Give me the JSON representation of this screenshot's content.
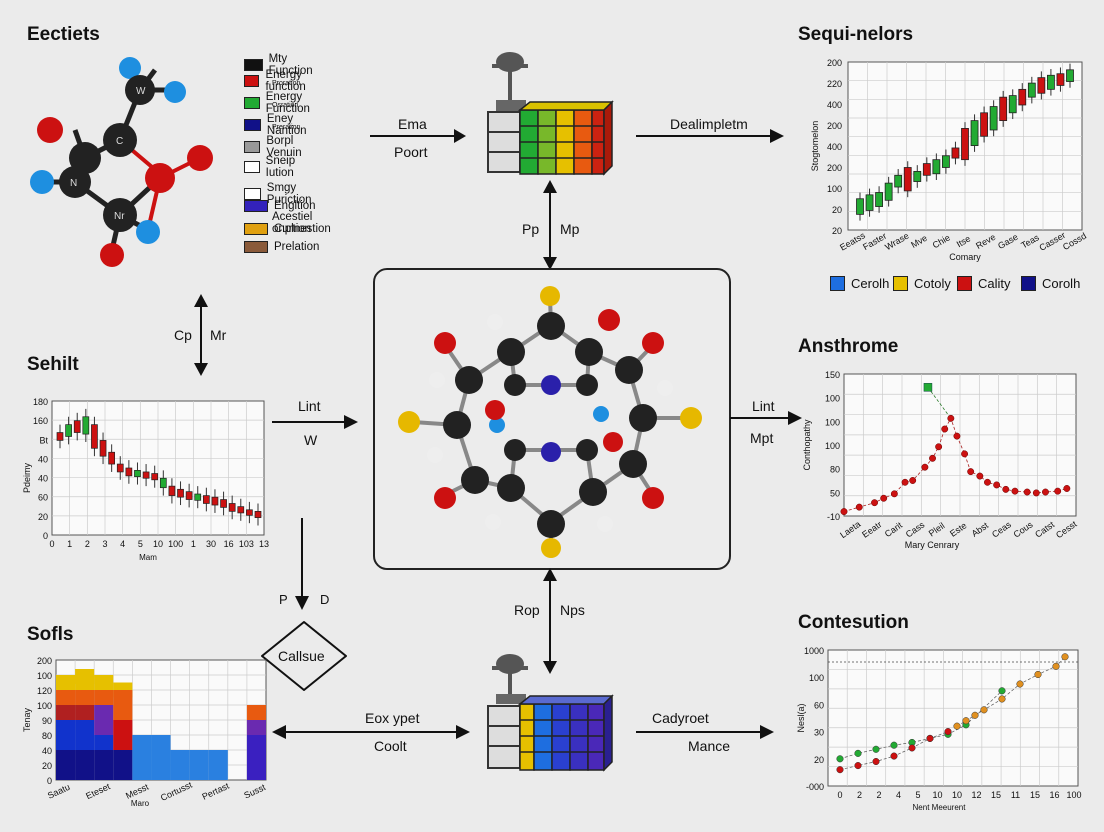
{
  "titles": {
    "top_left": "Eectiets",
    "top_right": "Sequi-nelors",
    "mid_left": "Sehilt",
    "mid_right": "Ansthrome",
    "bottom_left": "Sofls",
    "bottom_right": "Contesution"
  },
  "legend": [
    {
      "label": "Mty Function",
      "color": "#111111"
    },
    {
      "label": "Energy function",
      "color": "#cc1111"
    },
    {
      "label": "Energy Function",
      "color": "#22aa33"
    },
    {
      "label": "Eney Nantion",
      "color": "#111188"
    },
    {
      "label": "Borpl Venuin",
      "color": "#999999"
    },
    {
      "label": "Sneip Iution",
      "color": "#ffffff"
    },
    {
      "label": "Smgy Puriction",
      "color": "#ffffff"
    },
    {
      "label": "Engltion",
      "color": "#3322bb"
    },
    {
      "label": "Curtion",
      "color": "#e0a010"
    },
    {
      "label": "Prelation",
      "color": "#8a5a3a"
    }
  ],
  "legend_extra": [
    "Proration",
    "Osration",
    "Preration",
    "Acestiel onplnestion"
  ],
  "arrows": {
    "top_a": "Ema",
    "top_b": "Poort",
    "top_right": "Dealimpletm",
    "vert_top_a": "Pp",
    "vert_top_b": "Mp",
    "left_vert_a": "Cp",
    "left_vert_b": "Mr",
    "mid_left_a": "Lint",
    "mid_left_b": "W",
    "mid_right_a": "Lint",
    "mid_right_b": "Mpt",
    "vert_bottom_a": "Rop",
    "vert_bottom_b": "Nps",
    "down_a": "P",
    "down_b": "D",
    "diamond": "Callsue",
    "bottom_left_a": "Eox ypet",
    "bottom_left_b": "Coolt",
    "bottom_right_a": "Cadyroet",
    "bottom_right_b": "Mance"
  },
  "colors": {
    "red": "#cc1111",
    "green": "#22aa33",
    "yellow": "#e6c000",
    "blue": "#1133cc",
    "navy": "#111188",
    "orange": "#e85a10"
  },
  "chart_data": [
    {
      "id": "top_right",
      "type": "candlestick",
      "ylabel": "Stogtomelon",
      "xlabel": "Comary",
      "yticks": [
        "200",
        "220",
        "400",
        "200",
        "400",
        "200",
        "100",
        "20",
        "20"
      ],
      "xticks": [
        "Eeatss",
        "Faster",
        "Wrase",
        "Mve",
        "Chie",
        "Itse",
        "Reve",
        "Gase",
        "Teas",
        "Casser",
        "Cossd"
      ],
      "candles": [
        {
          "o": 20,
          "c": 40,
          "up": true
        },
        {
          "o": 25,
          "c": 45,
          "up": true
        },
        {
          "o": 30,
          "c": 48,
          "up": true
        },
        {
          "o": 38,
          "c": 60,
          "up": true
        },
        {
          "o": 55,
          "c": 70,
          "up": true
        },
        {
          "o": 50,
          "c": 80,
          "up": false
        },
        {
          "o": 62,
          "c": 75,
          "up": true
        },
        {
          "o": 70,
          "c": 85,
          "up": false
        },
        {
          "o": 72,
          "c": 90,
          "up": true
        },
        {
          "o": 80,
          "c": 95,
          "up": true
        },
        {
          "o": 92,
          "c": 105,
          "up": false
        },
        {
          "o": 90,
          "c": 130,
          "up": false
        },
        {
          "o": 108,
          "c": 140,
          "up": true
        },
        {
          "o": 120,
          "c": 150,
          "up": false
        },
        {
          "o": 128,
          "c": 158,
          "up": true
        },
        {
          "o": 140,
          "c": 170,
          "up": false
        },
        {
          "o": 150,
          "c": 172,
          "up": true
        },
        {
          "o": 160,
          "c": 180,
          "up": false
        },
        {
          "o": 170,
          "c": 188,
          "up": true
        },
        {
          "o": 175,
          "c": 195,
          "up": false
        },
        {
          "o": 180,
          "c": 198,
          "up": true
        },
        {
          "o": 185,
          "c": 200,
          "up": false
        },
        {
          "o": 190,
          "c": 205,
          "up": true
        }
      ],
      "legend": [
        {
          "label": "Cerolh",
          "color": "#1e6ee0"
        },
        {
          "label": "Cotoly",
          "color": "#e6c000"
        },
        {
          "label": "Cality",
          "color": "#cc1111"
        },
        {
          "label": "Corolh",
          "color": "#111188"
        }
      ]
    },
    {
      "id": "mid_left",
      "type": "candlestick",
      "ylabel": "Pdeimy",
      "xlabel": "Mam",
      "yticks": [
        "180",
        "160",
        "Bt",
        "40",
        "40",
        "60",
        "20",
        "0"
      ],
      "xticks": [
        "0",
        "1",
        "2",
        "3",
        "4",
        "5",
        "10",
        "100",
        "1",
        "30",
        "16",
        "103",
        "13"
      ],
      "candles": [
        {
          "o": 120,
          "c": 130,
          "up": false
        },
        {
          "o": 125,
          "c": 140,
          "up": true
        },
        {
          "o": 130,
          "c": 145,
          "up": false
        },
        {
          "o": 128,
          "c": 150,
          "up": true
        },
        {
          "o": 110,
          "c": 140,
          "up": false
        },
        {
          "o": 100,
          "c": 120,
          "up": false
        },
        {
          "o": 90,
          "c": 105,
          "up": false
        },
        {
          "o": 80,
          "c": 90,
          "up": false
        },
        {
          "o": 75,
          "c": 85,
          "up": false
        },
        {
          "o": 74,
          "c": 82,
          "up": true
        },
        {
          "o": 72,
          "c": 80,
          "up": false
        },
        {
          "o": 70,
          "c": 78,
          "up": false
        },
        {
          "o": 60,
          "c": 72,
          "up": true
        },
        {
          "o": 50,
          "c": 62,
          "up": false
        },
        {
          "o": 48,
          "c": 58,
          "up": false
        },
        {
          "o": 45,
          "c": 55,
          "up": false
        },
        {
          "o": 44,
          "c": 52,
          "up": true
        },
        {
          "o": 40,
          "c": 50,
          "up": false
        },
        {
          "o": 38,
          "c": 48,
          "up": false
        },
        {
          "o": 35,
          "c": 45,
          "up": false
        },
        {
          "o": 30,
          "c": 40,
          "up": false
        },
        {
          "o": 28,
          "c": 36,
          "up": false
        },
        {
          "o": 25,
          "c": 32,
          "up": false
        },
        {
          "o": 22,
          "c": 30,
          "up": false
        }
      ]
    },
    {
      "id": "mid_right",
      "type": "scatter",
      "ylabel": "Conthopathy",
      "xlabel": "Mary Cenrary",
      "yticks": [
        "150",
        "100",
        "100",
        "100",
        "80",
        "50",
        "-10"
      ],
      "xticks": [
        "Laeta",
        "Eeatr",
        "Carit",
        "Cass",
        "Pleil",
        "Este",
        "Abst",
        "Ceas",
        "Cous",
        "Catst",
        "Cesst"
      ],
      "points": [
        {
          "x": 0,
          "y": -5
        },
        {
          "x": 1,
          "y": 0
        },
        {
          "x": 2,
          "y": 5
        },
        {
          "x": 2.6,
          "y": 10
        },
        {
          "x": 3.3,
          "y": 15
        },
        {
          "x": 4,
          "y": 28
        },
        {
          "x": 4.5,
          "y": 30
        },
        {
          "x": 5.3,
          "y": 45
        },
        {
          "x": 5.8,
          "y": 55
        },
        {
          "x": 6.2,
          "y": 68
        },
        {
          "x": 6.6,
          "y": 88
        },
        {
          "x": 7.0,
          "y": 100
        },
        {
          "x": 7.4,
          "y": 80
        },
        {
          "x": 7.9,
          "y": 60
        },
        {
          "x": 8.3,
          "y": 40
        },
        {
          "x": 8.9,
          "y": 35
        },
        {
          "x": 9.4,
          "y": 28
        },
        {
          "x": 10,
          "y": 25
        },
        {
          "x": 10.6,
          "y": 20
        },
        {
          "x": 11.2,
          "y": 18
        },
        {
          "x": 12,
          "y": 17
        },
        {
          "x": 12.6,
          "y": 16
        },
        {
          "x": 13.2,
          "y": 17
        },
        {
          "x": 14,
          "y": 18
        },
        {
          "x": 14.6,
          "y": 21
        }
      ],
      "green_point": {
        "x": 5.5,
        "y": 135
      }
    },
    {
      "id": "bottom_left",
      "type": "heatmap",
      "ylabel": "Tenay",
      "xlabel": "Maro",
      "yticks": [
        "200",
        "100",
        "120",
        "100",
        "90",
        "80",
        "40",
        "20",
        "0"
      ],
      "xticks": [
        "Saatu",
        "Eteset",
        "Messt",
        "Cortusst",
        "Pertast",
        "Susst"
      ]
    },
    {
      "id": "bottom_right",
      "type": "scatter",
      "ylabel": "Nesl(a)",
      "xlabel": "Nent Meeurent",
      "yticks": [
        "1000",
        "100",
        "60",
        "30",
        "20",
        "-000"
      ],
      "xticks": [
        "0",
        "2",
        "2",
        "4",
        "5",
        "10",
        "10",
        "12",
        "15",
        "11",
        "15",
        "16",
        "100"
      ],
      "series": [
        {
          "name": "green",
          "color": "#22aa33",
          "points": [
            [
              0,
              20
            ],
            [
              1,
              24
            ],
            [
              2,
              27
            ],
            [
              3,
              30
            ],
            [
              4,
              32
            ],
            [
              5,
              35
            ],
            [
              6,
              38
            ],
            [
              7,
              45
            ],
            [
              9,
              70
            ]
          ]
        },
        {
          "name": "red",
          "color": "#cc1111",
          "points": [
            [
              0,
              12
            ],
            [
              1,
              15
            ],
            [
              2,
              18
            ],
            [
              3,
              22
            ],
            [
              4,
              28
            ],
            [
              5,
              35
            ],
            [
              6,
              40
            ]
          ]
        },
        {
          "name": "orange",
          "color": "#e09020",
          "points": [
            [
              6.5,
              44
            ],
            [
              7,
              48
            ],
            [
              7.5,
              52
            ],
            [
              8,
              56
            ],
            [
              9,
              64
            ],
            [
              10,
              75
            ],
            [
              11,
              82
            ],
            [
              12,
              88
            ],
            [
              12.5,
              95
            ]
          ]
        }
      ]
    }
  ]
}
